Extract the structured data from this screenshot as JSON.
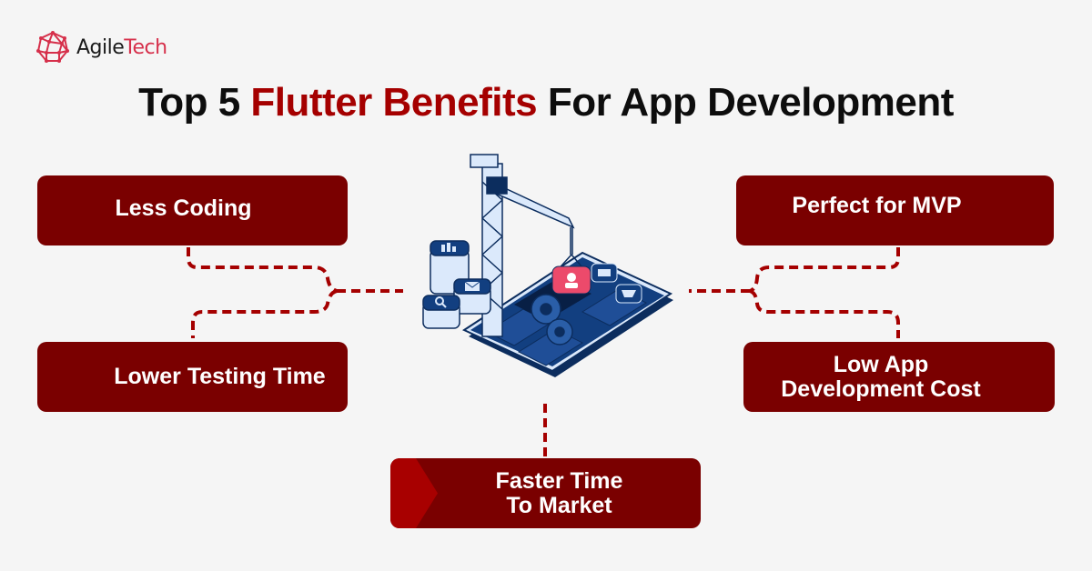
{
  "brand": {
    "logo_icon": "network-globe-icon",
    "name_part1": "Agile",
    "name_part2": "Tech",
    "accent_color": "#d6304b"
  },
  "title": {
    "prefix": "Top 5 ",
    "highlight": "Flutter Benefits",
    "suffix": " For App Development",
    "highlight_color": "#a50000"
  },
  "benefits": [
    {
      "label": "Less Coding",
      "position": "top-left"
    },
    {
      "label": "Lower Testing Time",
      "position": "bottom-left"
    },
    {
      "label": "Perfect for MVP",
      "position": "top-right"
    },
    {
      "label_line1": "Low App",
      "label_line2": "Development Cost",
      "position": "bottom-right"
    },
    {
      "label_line1": "Faster Time",
      "label_line2": "To Market",
      "position": "bottom-center"
    }
  ],
  "colors": {
    "box_fill": "#7a0000",
    "connector": "#a50000",
    "chevron": "#a80000",
    "background": "#f5f5f5"
  },
  "illustration": {
    "icon": "crane-building-app-icon",
    "elements": [
      "crane-icon",
      "phone-icon",
      "gears-icon",
      "database-stack-icon",
      "chart-icon",
      "mail-icon",
      "search-icon",
      "user-icon",
      "chat-icon",
      "cart-icon"
    ]
  }
}
